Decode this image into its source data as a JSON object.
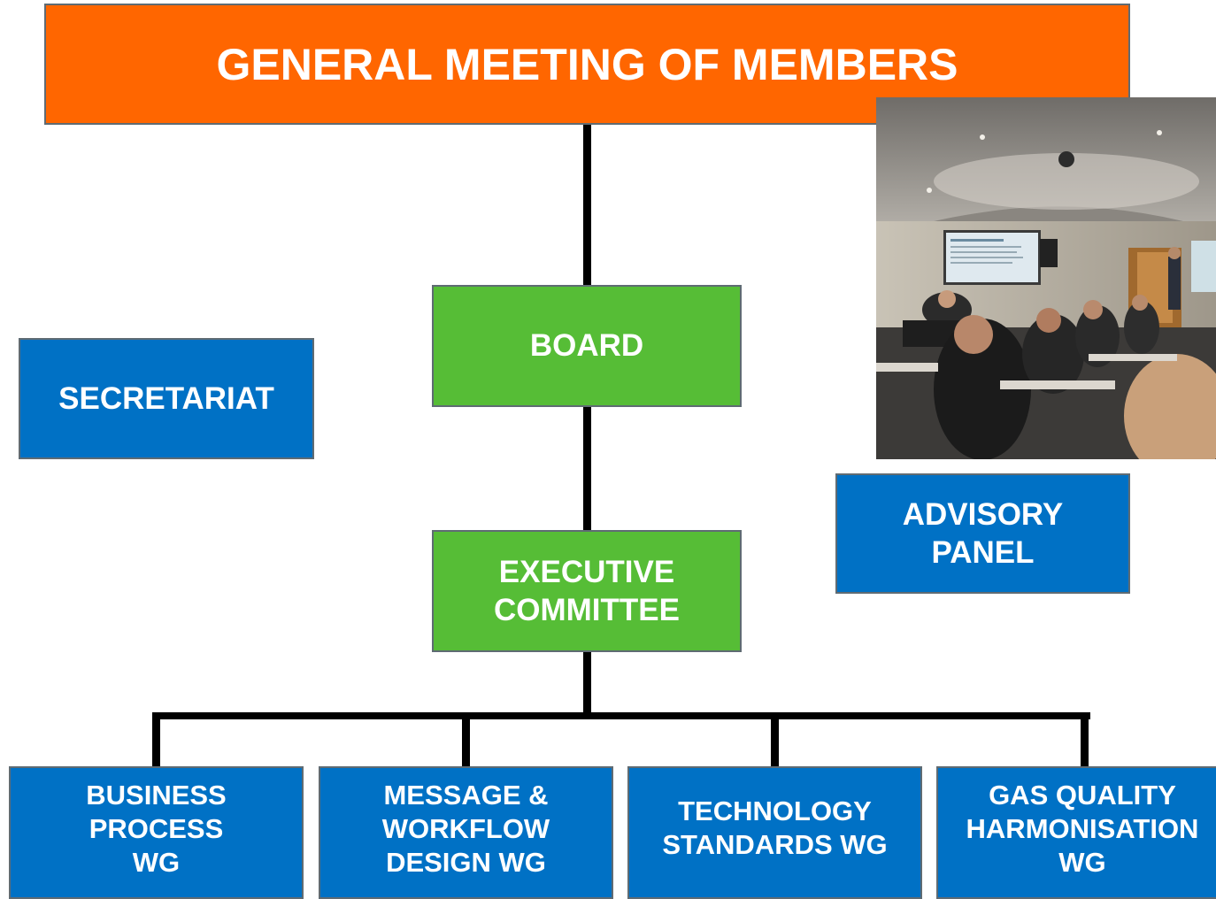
{
  "general_meeting": "GENERAL MEETING OF MEMBERS",
  "board": "BOARD",
  "executive_committee": "EXECUTIVE\nCOMMITTEE",
  "secretariat": "SECRETARIAT",
  "advisory_panel": "ADVISORY\nPANEL",
  "working_groups": [
    "BUSINESS\nPROCESS\nWG",
    "MESSAGE &\nWORKFLOW\nDESIGN WG",
    "TECHNOLOGY\nSTANDARDS WG",
    "GAS QUALITY\nHARMONISATION\nWG"
  ],
  "colors": {
    "orange": "#ff6600",
    "green": "#56bd36",
    "blue": "#0071c5",
    "connector": "#000000"
  },
  "photo_description_icon": "meeting-room-photo"
}
